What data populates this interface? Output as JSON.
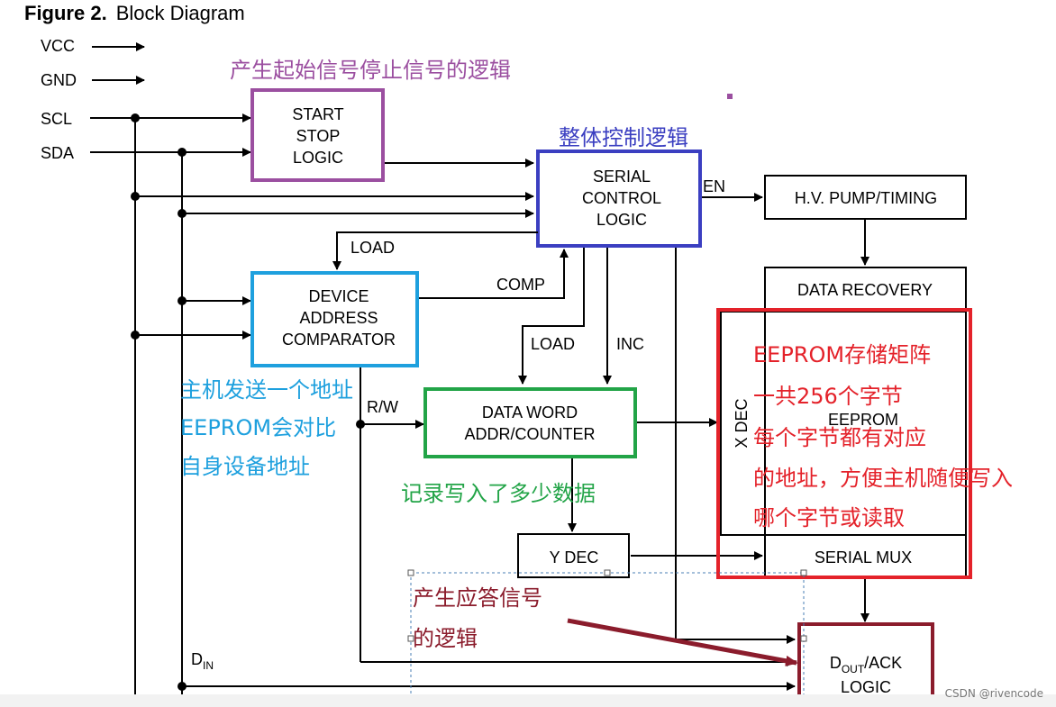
{
  "title": {
    "figure": "Figure 2.",
    "caption": "Block Diagram"
  },
  "pins": {
    "vcc": "VCC",
    "gnd": "GND",
    "scl": "SCL",
    "sda": "SDA",
    "din": "D",
    "din_sub": "IN"
  },
  "blocks": {
    "start_stop": [
      "START",
      "STOP",
      "LOGIC"
    ],
    "serial_control": [
      "SERIAL",
      "CONTROL",
      "LOGIC"
    ],
    "hv_pump": "H.V. PUMP/TIMING",
    "data_recovery": "DATA  RECOVERY",
    "device_address": [
      "DEVICE",
      "ADDRESS",
      "COMPARATOR"
    ],
    "data_word": [
      "DATA  WORD",
      "ADDR/COUNTER"
    ],
    "x_dec": "X  DEC",
    "eeprom": "EEPROM",
    "y_dec": "Y  DEC",
    "serial_mux": "SERIAL  MUX",
    "dout_ack": {
      "main": "D",
      "sub": "OUT",
      "rest": "/ACK",
      "line2": "LOGIC"
    }
  },
  "signals": {
    "en": "EN",
    "load_top": "LOAD",
    "comp": "COMP",
    "load_mid": "LOAD",
    "inc": "INC",
    "rw": "R/W"
  },
  "annotations": {
    "start_stop": "产生起始信号停止信号的逻辑",
    "serial_control": "整体控制逻辑",
    "device_address": [
      "主机发送一个地址",
      "EEPROM会对比",
      "自身设备地址"
    ],
    "data_word": "记录写入了多少数据",
    "eeprom": [
      "EEPROM存储矩阵",
      "一共256个字节",
      "每个字节都有对应",
      "的地址，方便主机随便写入",
      "哪个字节或读取"
    ],
    "dout_ack": [
      "产生应答信号",
      "的逻辑"
    ]
  },
  "colors": {
    "purple": "#9b4fa0",
    "blue": "#3b3fc1",
    "cyan": "#1ea0de",
    "green": "#22a447",
    "red": "#e4222a",
    "maroon": "#8b1c2c"
  },
  "watermark": "CSDN @rivencode"
}
